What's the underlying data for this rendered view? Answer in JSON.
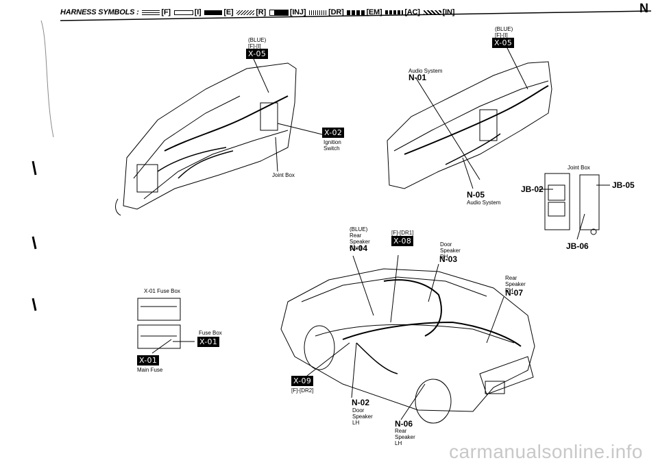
{
  "header": {
    "legend_title": "HARNESS SYMBOLS :",
    "symbols": [
      {
        "code": "[F]",
        "icon": "front-harness-icon"
      },
      {
        "code": "[I]",
        "icon": "instrument-harness-icon"
      },
      {
        "code": "[E]",
        "icon": "emission-harness-icon"
      },
      {
        "code": "[R]",
        "icon": "rear-harness-icon"
      },
      {
        "code": "[INJ]",
        "icon": "injection-harness-icon"
      },
      {
        "code": "[DR]",
        "icon": "door-harness-icon"
      },
      {
        "code": "[EM]",
        "icon": "engine-harness-icon"
      },
      {
        "code": "[AC]",
        "icon": "air-con-harness-icon"
      },
      {
        "code": "[IN]",
        "icon": "interior-harness-icon"
      }
    ],
    "page_letter": "N"
  },
  "dashboard_left": {
    "x05_note": "(BLUE)\n[F]-[I]",
    "x05_badge": "X-05",
    "x02_badge": "X-02",
    "x02_label": "Ignition\nSwitch",
    "joint_box_label": "Joint Box"
  },
  "dashboard_right": {
    "x05_note": "(BLUE)\n[F]-[I]",
    "x05_badge": "X-05",
    "n01_label": "Audio System",
    "n01_code": "N-01",
    "n05_code": "N-05",
    "n05_label": "Audio System"
  },
  "joint_box_detail": {
    "title": "Joint Box",
    "jb02": "JB-02",
    "jb05": "JB-05",
    "jb06": "JB-06"
  },
  "fuse_box": {
    "title": "X-01 Fuse Box",
    "fuse_box_label": "Fuse Box",
    "badge_right": "X-01",
    "badge_left": "X-01",
    "main_fuse_label": "Main Fuse"
  },
  "car": {
    "n04_note": "(BLUE)\nRear\nSpeaker\nCord",
    "n04_code": "N-04",
    "x08_note": "[F]-[DR1]",
    "x08_badge": "X-08",
    "n03_label": "Door\nSpeaker\nRH",
    "n03_code": "N-03",
    "n07_label": "Rear\nSpeaker\nRH",
    "n07_code": "N-07",
    "x09_badge": "X-09",
    "x09_note": "[F]-[DR2]",
    "n02_code": "N-02",
    "n02_label": "Door\nSpeaker\nLH",
    "n06_code": "N-06",
    "n06_label": "Rear\nSpeaker\nLH"
  },
  "watermark": "carmanualsonline.info"
}
